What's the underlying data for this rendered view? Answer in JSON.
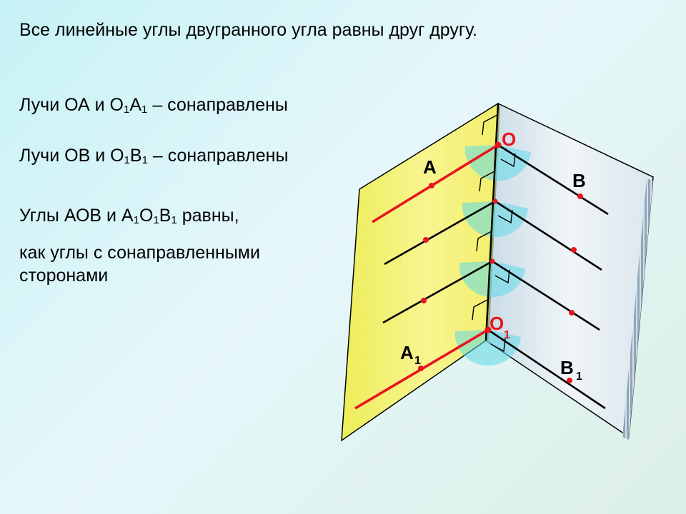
{
  "text": {
    "title": "Все линейные углы двугранного угла равны друг другу.",
    "rays_oa_pre": "Лучи ОА и О",
    "rays_oa_mid": "А",
    "rays_oa_post": " – сонаправлены",
    "rays_ob_pre": "Лучи ОВ и О",
    "rays_ob_mid": "В",
    "rays_ob_post": " – сонаправлены",
    "angles_pre": "Углы АОВ и А",
    "angles_mid1": "О",
    "angles_mid2": "В",
    "angles_post": " равны,",
    "as_line1": "как углы с сонаправленными",
    "as_line2": "сторонами",
    "subscript": "1"
  },
  "labels": {
    "O": "O",
    "A": "А",
    "B": "В",
    "O1": "O",
    "A1": "А",
    "B1": "В",
    "sub": "1"
  },
  "colors": {
    "left_plane": "#f5f27a",
    "right_plane": "#e3ecf2",
    "edge": "#000000",
    "highlight_ray": "#e8141e",
    "point": "#e8141e",
    "arc_fill": "#5fd8e8",
    "label_red": "#e8141e"
  }
}
